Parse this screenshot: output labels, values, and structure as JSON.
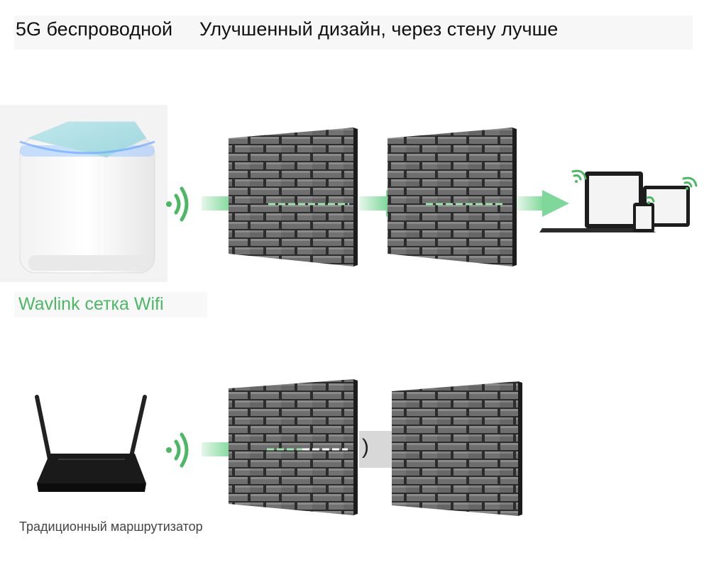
{
  "header": {
    "title_part1": "5G беспроводной",
    "title_part2": "Улучшенный дизайн, через стену лучше"
  },
  "top_scenario": {
    "device_label": "Wavlink сетка Wifi",
    "device_icon": "mesh-wifi-node-icon",
    "target_icon": "laptop-tablet-phone-icon",
    "signal_color": "#4cb865",
    "arrow_color": "#7fd89a"
  },
  "bottom_scenario": {
    "device_label": "Традиционный маршрутизатор",
    "device_icon": "router-with-antennas-icon",
    "blocked_mark": ")",
    "signal_color": "#4cb865"
  }
}
